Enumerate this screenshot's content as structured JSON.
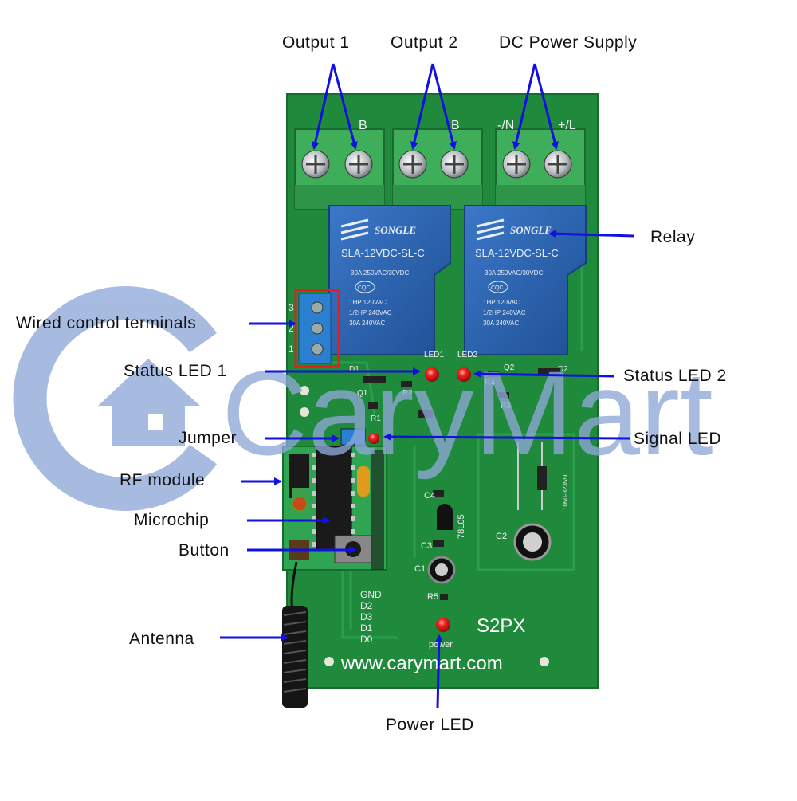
{
  "labels": {
    "output1": "Output 1",
    "output2": "Output 2",
    "dc_power": "DC Power Supply",
    "relay": "Relay",
    "wired_control": "Wired control terminals",
    "status_led1": "Status LED 1",
    "status_led2": "Status LED 2",
    "jumper": "Jumper",
    "signal_led": "Signal LED",
    "rf_module": "RF module",
    "microchip": "Microchip",
    "button": "Button",
    "antenna": "Antenna",
    "power_led": "Power LED"
  },
  "board": {
    "model": "S2PX",
    "website": "www.carymart.com",
    "relay_brand": "SONGLE",
    "relay_model": "SLA-12VDC-SL-C",
    "relay_rating1": "30A 250VAC/30VDC",
    "relay_rating2": "1HP 120VAC",
    "relay_rating3": "1/2HP 240VAC",
    "relay_rating4": "30A 240VAC",
    "relay_cert": "CQC",
    "led1_label": "LED1",
    "led2_label": "LED2",
    "d1": "D1",
    "d2": "D2",
    "q1": "Q1",
    "q2": "Q2",
    "r1": "R1",
    "r2": "R2",
    "r3": "R3",
    "r4": "R4",
    "r5": "R5",
    "c1": "C1",
    "c2": "C2",
    "c3": "C3",
    "c4": "C4",
    "regulator": "78L05",
    "power_text": "power",
    "term_dash": "-/N",
    "term_plus": "+/L",
    "term_b1": "B",
    "term_b2": "B",
    "wired_pins": [
      "3",
      "2",
      "1"
    ],
    "rf_pins": [
      "GND",
      "D2",
      "D3",
      "D1",
      "D0"
    ],
    "cap_code": "1050-323550"
  },
  "watermark": {
    "text": "CaryMart"
  },
  "colors": {
    "board": "#1f8a3c",
    "arrow": "#1010e0",
    "terminal": "#3fae5a",
    "relay": "#2a63b0",
    "led": "#e01818",
    "watermark": "#8fa8d8"
  }
}
